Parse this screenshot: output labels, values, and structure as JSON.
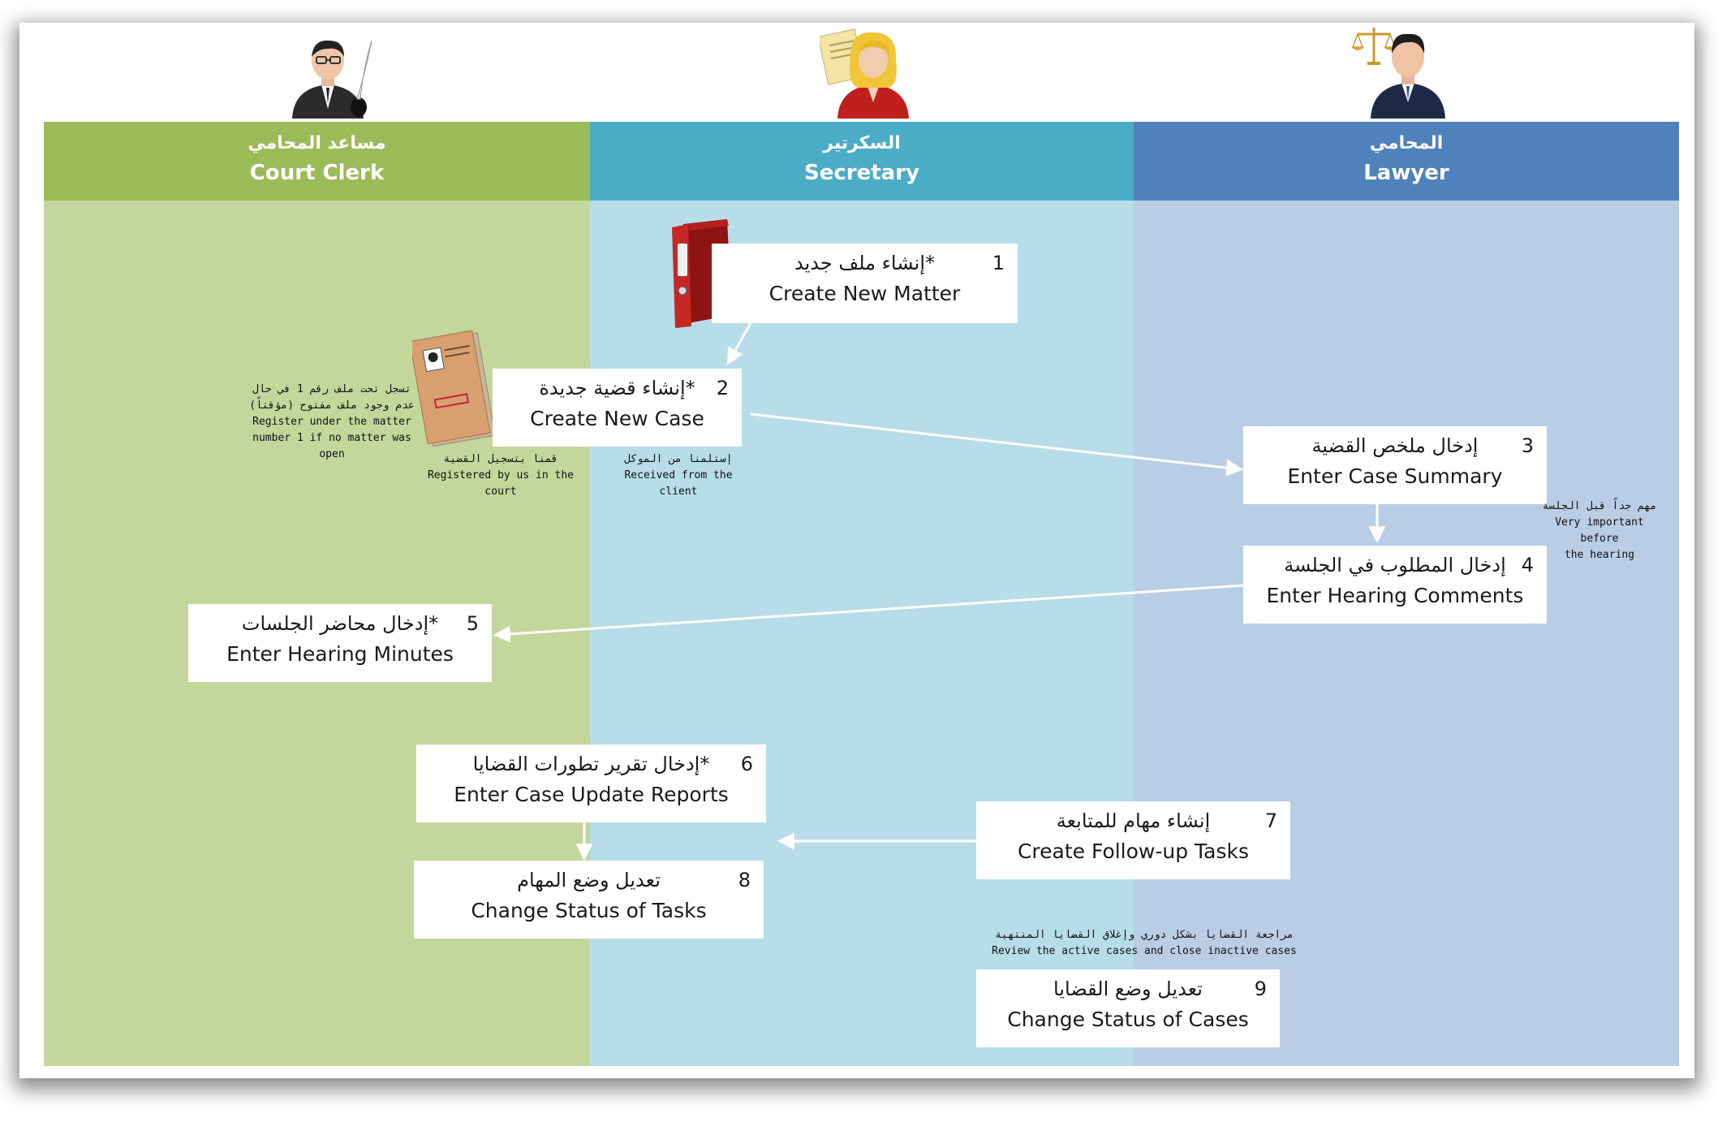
{
  "lanes": [
    {
      "ar": "مساعد المحامي",
      "en": "Court Clerk",
      "color": "#9bbb59",
      "fill": "#c3d69b"
    },
    {
      "ar": "السكرتير",
      "en": "Secretary",
      "color": "#4bacc6",
      "fill": "#b7dde8"
    },
    {
      "ar": "المحامي",
      "en": "Lawyer",
      "color": "#4f81bd",
      "fill": "#b9cde5"
    }
  ],
  "actor_icons": [
    "clerk-with-quill-icon",
    "secretary-with-document-icon",
    "lawyer-with-scales-icon"
  ],
  "steps": [
    {
      "num": "1",
      "ar": "*إنشاء ملف جديد",
      "en": "Create New Matter"
    },
    {
      "num": "2",
      "ar": "*إنشاء قضية جديدة",
      "en": "Create New Case"
    },
    {
      "num": "3",
      "ar": "إدخال ملخص القضية",
      "en": "Enter Case Summary"
    },
    {
      "num": "4",
      "ar": "إدخال المطلوب في الجلسة",
      "en": "Enter Hearing Comments"
    },
    {
      "num": "5",
      "ar": "*إدخال محاضر الجلسات",
      "en": "Enter Hearing Minutes"
    },
    {
      "num": "6",
      "ar": "*إدخال تقرير تطورات القضايا",
      "en": "Enter Case Update Reports"
    },
    {
      "num": "7",
      "ar": "إنشاء مهام للمتابعة",
      "en": "Create Follow-up Tasks"
    },
    {
      "num": "8",
      "ar": "تعديل وضع المهام",
      "en": "Change Status of Tasks"
    },
    {
      "num": "9",
      "ar": "تعديل وضع القضايا",
      "en": "Change Status of Cases"
    }
  ],
  "notes": {
    "register_matter": {
      "ar": "تسجل تحت ملف رقم 1 في حال عدم وجود ملف مفتوح (مؤقتاً)",
      "en1": "Register under the matter",
      "en2": "number 1 if no matter was open"
    },
    "registered_by_us": {
      "ar": "قمنا بتسجيل القضية",
      "en": "Registered by us in the court"
    },
    "received_client": {
      "ar": "إستلمنا من الموكل",
      "en": "Received from the client"
    },
    "important_hearing": {
      "ar": "مهم جداً قبل الجلسة",
      "en1": "Very important before",
      "en2": "the hearing"
    },
    "review_cases": {
      "ar": "مراجعة القضايا بشكل دوري وإغلاق القضايا المنتهية",
      "en": "Review the active cases and close inactive cases"
    }
  }
}
